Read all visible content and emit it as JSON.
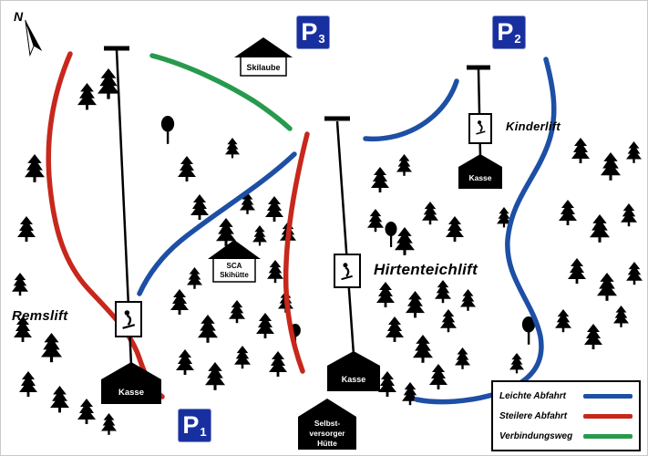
{
  "compass": {
    "label": "N"
  },
  "parking": {
    "color": "#18309f",
    "p1": {
      "letter": "P",
      "number": "1"
    },
    "p2": {
      "letter": "P",
      "number": "2"
    },
    "p3": {
      "letter": "P",
      "number": "3"
    }
  },
  "lifts": {
    "remslift": {
      "name": "Remslift"
    },
    "hirtenteichlift": {
      "name": "Hirtenteichlift"
    },
    "kinderlift": {
      "name": "Kinderlift"
    }
  },
  "buildings": {
    "skilaube": {
      "name": "Skilaube"
    },
    "sca_huette": {
      "line1": "SCA",
      "line2": "Skihütte"
    },
    "kasse_remslift": {
      "name": "Kasse"
    },
    "kasse_hirtenteichlift": {
      "name": "Kasse"
    },
    "kasse_kinderlift": {
      "name": "Kasse"
    },
    "selbstversorger_huette": {
      "line1": "Selbst-",
      "line2": "versorger",
      "line3": "Hütte"
    }
  },
  "legend": {
    "items": [
      {
        "label": "Leichte Abfahrt",
        "color": "#1d4fa5"
      },
      {
        "label": "Steilere Abfahrt",
        "color": "#c8271c"
      },
      {
        "label": "Verbindungsweg",
        "color": "#279a4d"
      }
    ]
  },
  "trail_colors": {
    "easy": "#1d4fa5",
    "steep": "#c8271c",
    "connector": "#279a4d"
  }
}
